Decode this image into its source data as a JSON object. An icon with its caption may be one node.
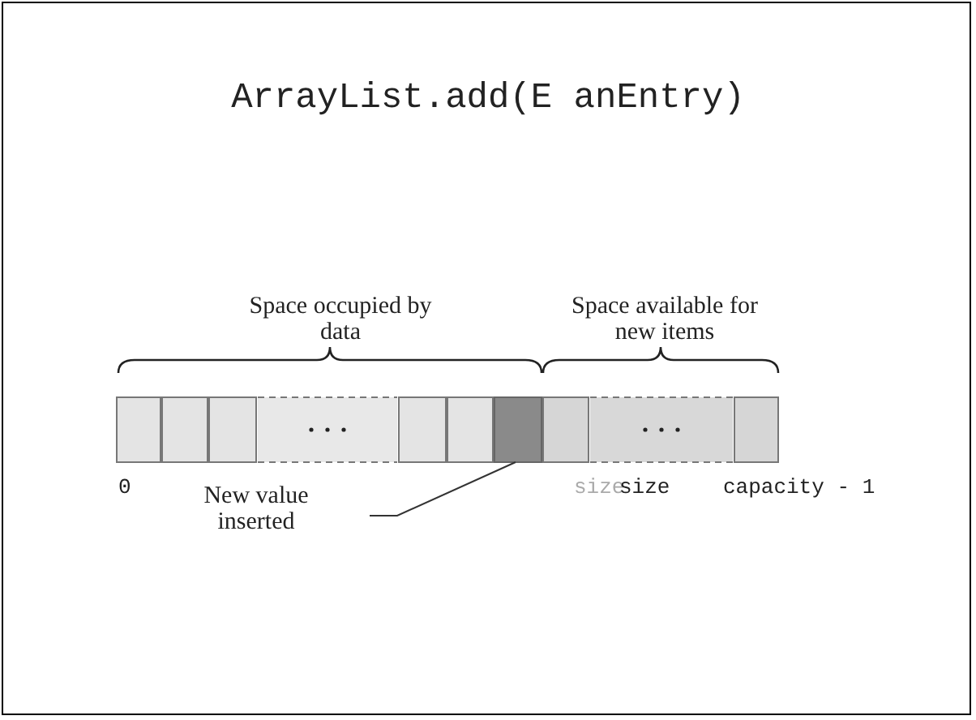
{
  "diagram": {
    "title": "ArrayList.add(E anEntry)",
    "nodes": [
      {
        "text": [],
        "shape": "box"
      },
      {
        "text": [
          "New value inserted"
        ]
      }
    ],
    "edges": [
      {
        "from": 1,
        "to": 0,
        "arrow": "none"
      }
    ],
    "labels": [
      "Space occupied by data",
      "Space available for new items",
      "0",
      "size",
      "size",
      "capacity - 1"
    ]
  }
}
